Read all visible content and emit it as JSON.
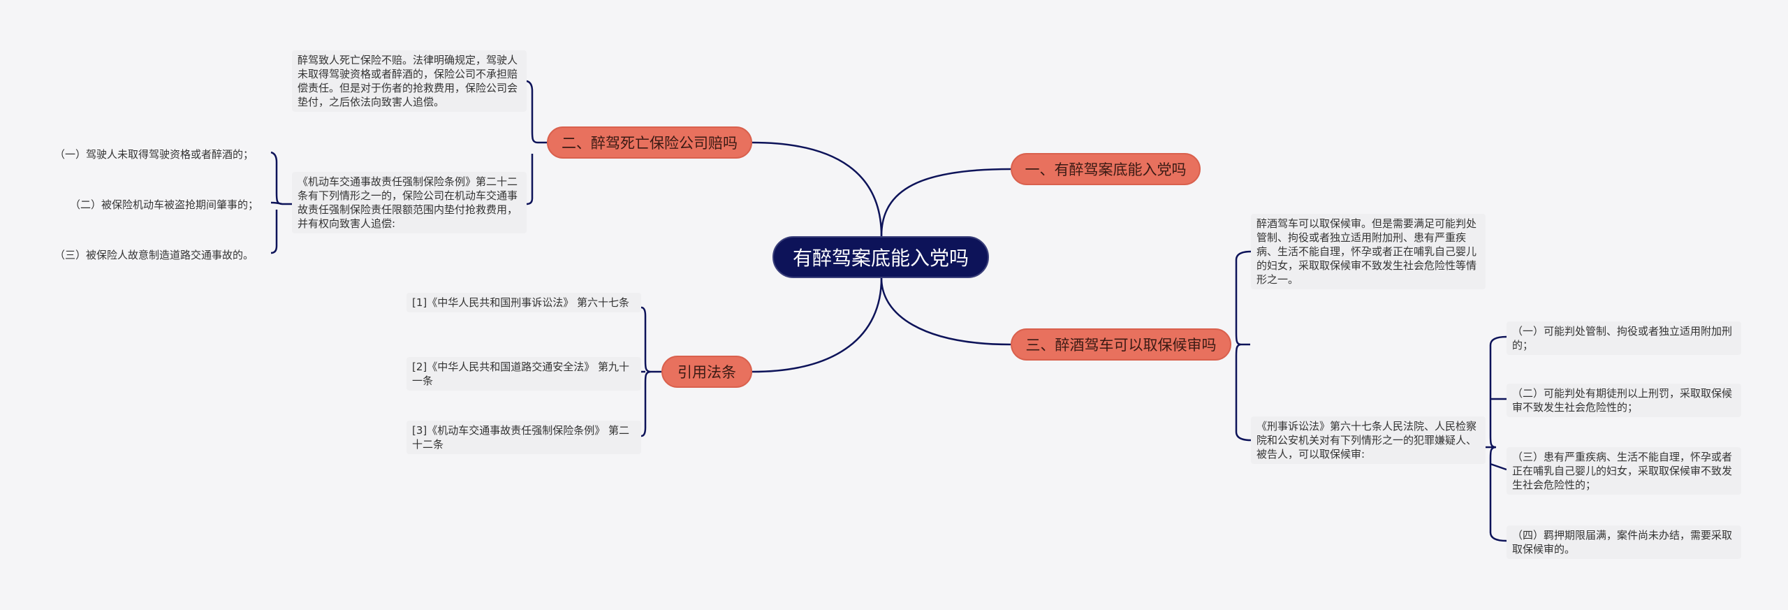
{
  "root": {
    "label": "有醉驾案底能入党吗"
  },
  "branches": {
    "b1": {
      "label": "一、有醉驾案底能入党吗"
    },
    "b2": {
      "label": "二、醉驾死亡保险公司赔吗"
    },
    "b3": {
      "label": "三、醉酒驾车可以取保候审吗"
    },
    "b4": {
      "label": "引用法条"
    }
  },
  "leaves": {
    "b2_1": "醉驾致人死亡保险不赔。法律明确规定，驾驶人未取得驾驶资格或者醉酒的，保险公司不承担赔偿责任。但是对于伤者的抢救费用，保险公司会垫付，之后依法向致害人追偿。",
    "b2_2": "《机动车交通事故责任强制保险条例》第二十二条有下列情形之一的，保险公司在机动车交通事故责任强制保险责任限额范围内垫付抢救费用，并有权向致害人追偿:",
    "b2_2_1": "（一）驾驶人未取得驾驶资格或者醉酒的；",
    "b2_2_2": "（二）被保险机动车被盗抢期间肇事的；",
    "b2_2_3": "（三）被保险人故意制造道路交通事故的。",
    "b3_1": "醉酒驾车可以取保候审。但是需要满足可能判处管制、拘役或者独立适用附加刑、患有严重疾病、生活不能自理，怀孕或者正在哺乳自己婴儿的妇女，采取取保候审不致发生社会危险性等情形之一。",
    "b3_2": "《刑事诉讼法》第六十七条人民法院、人民检察院和公安机关对有下列情形之一的犯罪嫌疑人、被告人，可以取保候审:",
    "b3_2_1": "（一）可能判处管制、拘役或者独立适用附加刑的；",
    "b3_2_2": "（二）可能判处有期徒刑以上刑罚，采取取保候审不致发生社会危险性的；",
    "b3_2_3": "（三）患有严重疾病、生活不能自理，怀孕或者正在哺乳自己婴儿的妇女，采取取保候审不致发生社会危险性的；",
    "b3_2_4": "（四）羁押期限届满，案件尚未办结，需要采取取保候审的。",
    "b4_1": "[1]《中华人民共和国刑事诉讼法》 第六十七条",
    "b4_2": "[2]《中华人民共和国道路交通安全法》 第九十一条",
    "b4_3": "[3]《机动车交通事故责任强制保险条例》 第二十二条"
  },
  "colors": {
    "background": "#f5f5f7",
    "root_fill": "#0d1359",
    "branch_fill": "#e8715e",
    "line": "#0d1359",
    "leaf_fill": "#efeff1"
  }
}
